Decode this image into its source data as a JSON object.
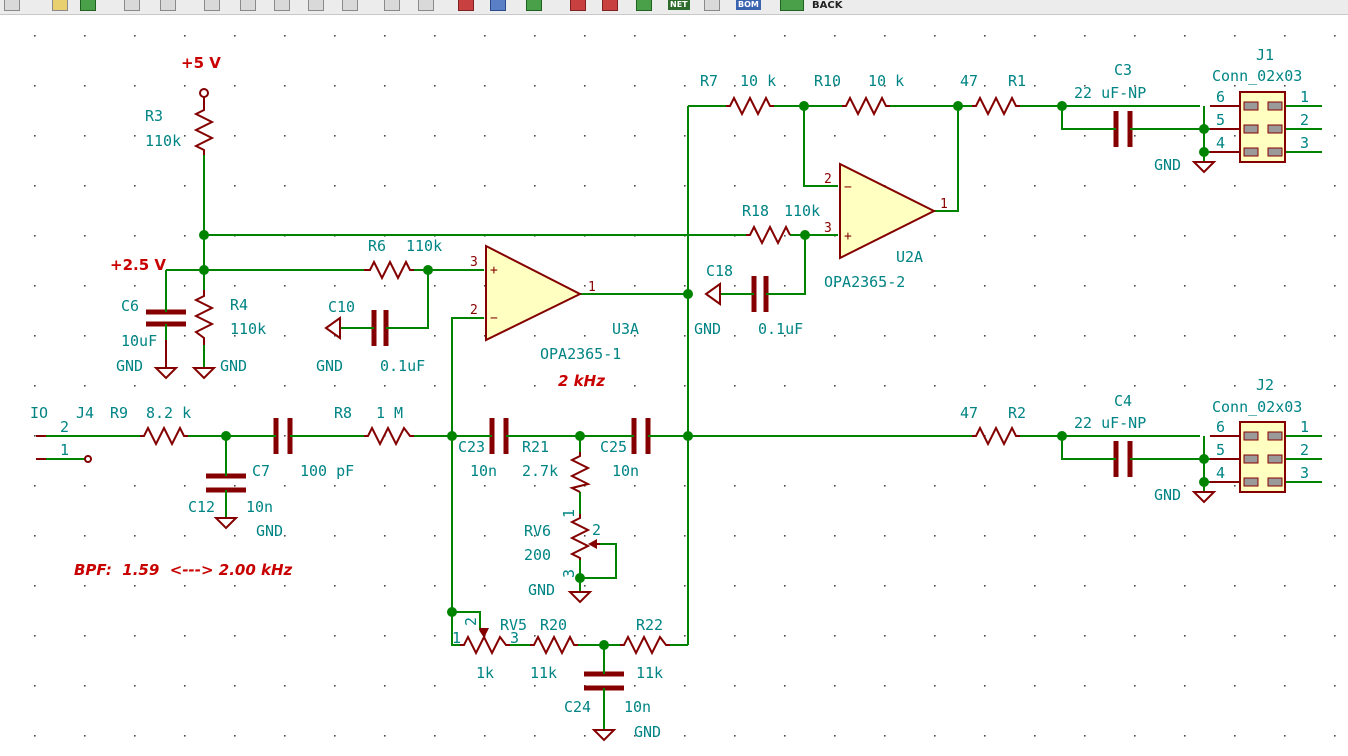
{
  "toolbar": {
    "back_label": "BACK",
    "net_label": "NET",
    "bom_label": "BOM"
  },
  "colors": {
    "wire": "#008400",
    "part": "#840000",
    "text": "#008484",
    "annotation": "#c80000",
    "body_fill": "#ffffc2"
  },
  "nets": {
    "p5v": "+5 V",
    "p2v5": "+2.5 V",
    "gnd": "GND",
    "io": "IO"
  },
  "notes": {
    "freq": "2 kHz",
    "bpf": "BPF:  1.59  <---> 2.00 kHz"
  },
  "parts": {
    "r3": {
      "ref": "R3",
      "value": "110k"
    },
    "r4": {
      "ref": "R4",
      "value": "110k"
    },
    "r6": {
      "ref": "R6",
      "value": "110k"
    },
    "r7": {
      "ref": "R7",
      "value": "10 k"
    },
    "r10": {
      "ref": "R10",
      "value": "10 k"
    },
    "r1": {
      "ref": "R1",
      "value": "47"
    },
    "r2": {
      "ref": "R2",
      "value": "47"
    },
    "r18": {
      "ref": "R18",
      "value": "110k"
    },
    "r9": {
      "ref": "R9",
      "value": "8.2 k"
    },
    "r8": {
      "ref": "R8",
      "value": "1 M"
    },
    "r21": {
      "ref": "R21",
      "value": "2.7k"
    },
    "r20": {
      "ref": "R20",
      "value": "11k"
    },
    "r22": {
      "ref": "R22",
      "value": "11k"
    },
    "c6": {
      "ref": "C6",
      "value": "10uF"
    },
    "c10": {
      "ref": "C10",
      "value": "0.1uF"
    },
    "c18": {
      "ref": "C18",
      "value": "0.1uF"
    },
    "c3": {
      "ref": "C3",
      "value": "22 uF-NP"
    },
    "c4": {
      "ref": "C4",
      "value": "22 uF-NP"
    },
    "c7": {
      "ref": "C7",
      "value": "100 pF"
    },
    "c12": {
      "ref": "C12",
      "value": "10n"
    },
    "c23": {
      "ref": "C23",
      "value": "10n"
    },
    "c25": {
      "ref": "C25",
      "value": "10n"
    },
    "c24": {
      "ref": "C24",
      "value": "10n"
    },
    "rv6": {
      "ref": "RV6",
      "value": "200"
    },
    "rv5": {
      "ref": "RV5",
      "value": "1k"
    },
    "u3a": {
      "ref": "U3A",
      "value": "OPA2365-1"
    },
    "u2a": {
      "ref": "U2A",
      "value": "OPA2365-2"
    },
    "j1": {
      "ref": "J1",
      "value": "Conn_02x03"
    },
    "j2": {
      "ref": "J2",
      "value": "Conn_02x03"
    },
    "j4": {
      "ref": "J4"
    }
  },
  "pins": {
    "one": "1",
    "two": "2",
    "three": "3",
    "four": "4",
    "five": "5",
    "six": "6",
    "plus": "+",
    "minus": "−"
  }
}
